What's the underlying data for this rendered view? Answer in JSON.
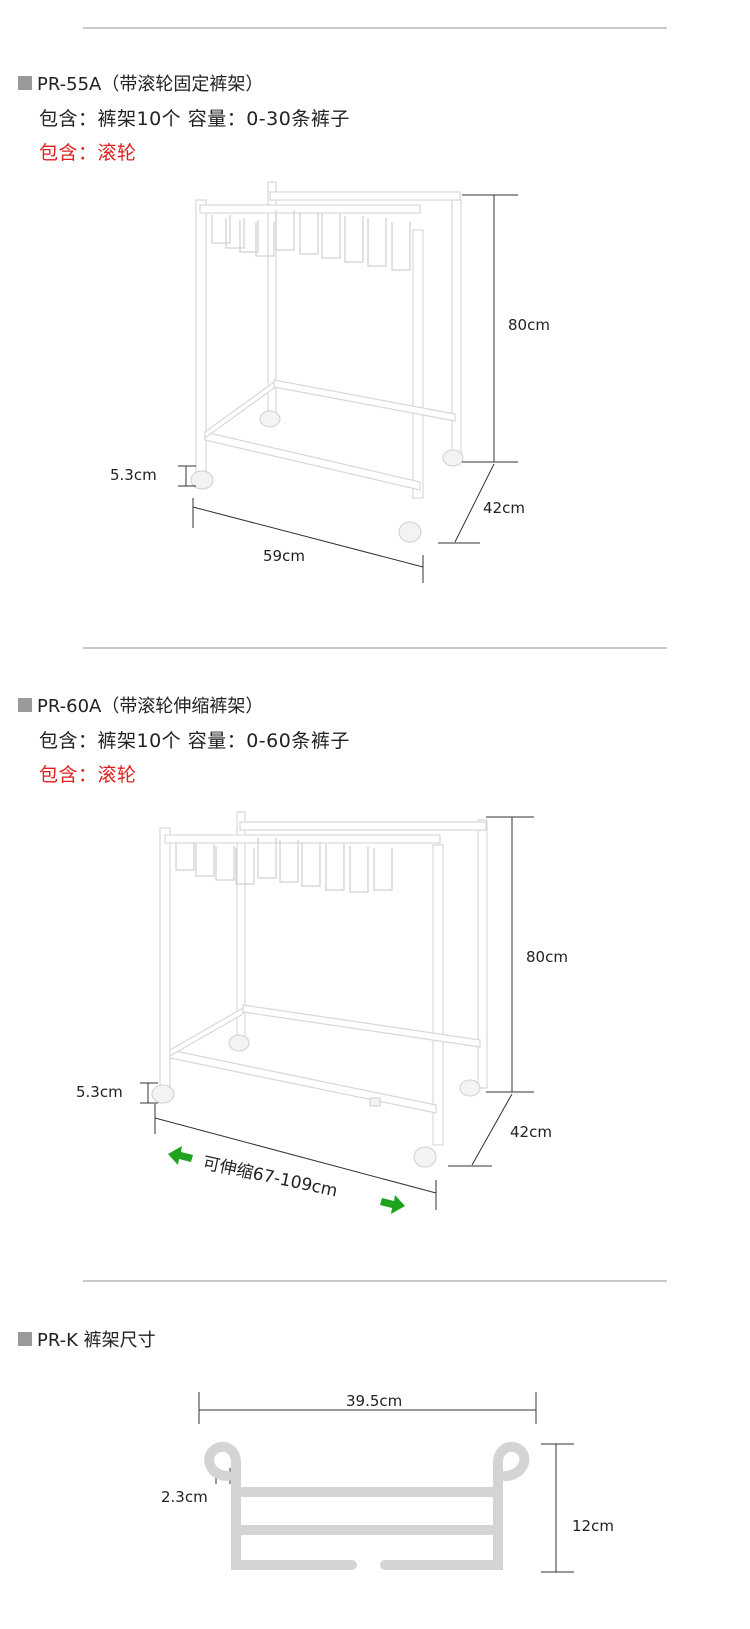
{
  "sections": [
    {
      "title": "PR-55A（带滚轮固定裤架）",
      "contains": "包含：裤架10个  容量：0-30条裤子",
      "extra": "包含：滚轮",
      "dims": {
        "height": "80cm",
        "depth": "42cm",
        "width": "59cm",
        "wheel": "5.3cm"
      }
    },
    {
      "title": "PR-60A（带滚轮伸缩裤架）",
      "contains": "包含：裤架10个  容量：0-60条裤子",
      "extra": "包含：滚轮",
      "dims": {
        "height": "80cm",
        "depth": "42cm",
        "width": "可伸缩67-109cm",
        "wheel": "5.3cm"
      }
    },
    {
      "title": "PR-K 裤架尺寸",
      "dims": {
        "width": "39.5cm",
        "hook": "2.3cm",
        "height": "12cm"
      }
    }
  ],
  "colors": {
    "accent_red": "#e02020",
    "arrow_green": "#1fa31f",
    "divider": "#c9c9c9",
    "bullet": "#9a9a9a"
  }
}
